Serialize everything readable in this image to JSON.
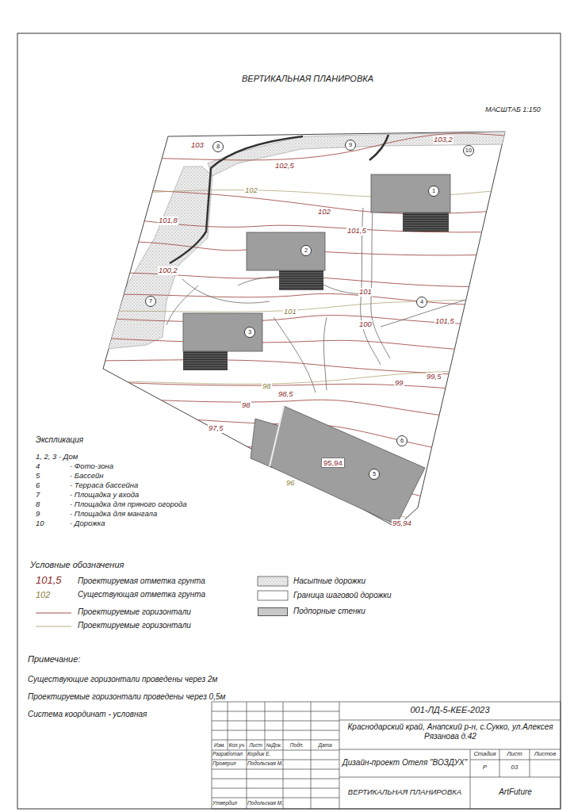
{
  "diagram": {
    "title": "ВЕРТИКАЛЬНАЯ ПЛАНИРОВКА",
    "nodes": [
      {
        "text": [
          "8"
        ]
      },
      {
        "text": [
          "9"
        ]
      },
      {
        "text": [
          "10"
        ]
      },
      {
        "text": [
          "1"
        ]
      },
      {
        "text": [
          "2"
        ]
      },
      {
        "text": [
          "7"
        ]
      },
      {
        "text": [
          "4"
        ]
      },
      {
        "text": [
          "3"
        ]
      },
      {
        "text": [
          "95,94"
        ]
      },
      {
        "text": [
          "6"
        ]
      },
      {
        "text": [
          "5"
        ],
        "in": 8
      }
    ],
    "labels": [
      "МАСШТАБ 1:150",
      "103",
      "103,2",
      "102,5",
      "102",
      "102",
      "101,8",
      "101,5",
      "100,2",
      "101",
      "101",
      "100",
      "101,5",
      "99",
      "99,5",
      "98",
      "98,5",
      "98",
      "97,5",
      "96",
      "95,94",
      "Экспликация",
      "1, 2, 3 - Дом",
      "4",
      "- Фото-зона",
      "5",
      "- Бассейн",
      "6",
      "- Терраса бассейна",
      "7",
      "- Площадка у входа",
      "8",
      "- Площадка для пряного огорода",
      "9",
      "- Площадка  для мангала",
      "10",
      "- Дорожка",
      "Условные обозначения",
      "101,5",
      "102",
      "Примечание:",
      "Существующие горизонтали проведены через 2м",
      "Проектируемые горизонтали проведены через 0,5м",
      "Система координат - условная",
      "001-ЛД-5-КЕЕ-2023",
      "Краснодарский край, Анапский р-н, с.Сукко, ул.Алексея Рязанова д.42",
      "Изм.",
      "Кол.уч.",
      "Лист",
      "№Док.",
      "Подп.",
      "Дата",
      "Разработал",
      "Кордик Е.",
      "Проверил",
      "Подольская М.",
      "Дизайн-проект Отеля \"ВОЗДУХ\"",
      "Стадия",
      "Лист",
      "Листов",
      "Р",
      "03",
      "Утвердил",
      "Подольская М.",
      "ВЕРТИКАЛЬНАЯ ПЛАНИРОВКА",
      "ArtFuture"
    ],
    "legend": [
      {
        "text": "Проектируемая отметка грунта"
      },
      {
        "text": "Существующая  отметка грунта"
      },
      {
        "text": "Проектируемые горизонтали"
      },
      {
        "text": "Проектируемые горизонтали"
      },
      {
        "text": "Насыпные дорожки"
      },
      {
        "text": "Граница шаговой дорожки"
      },
      {
        "text": "Подпорные стенки",
        "color": "#c8c8c8"
      }
    ]
  }
}
